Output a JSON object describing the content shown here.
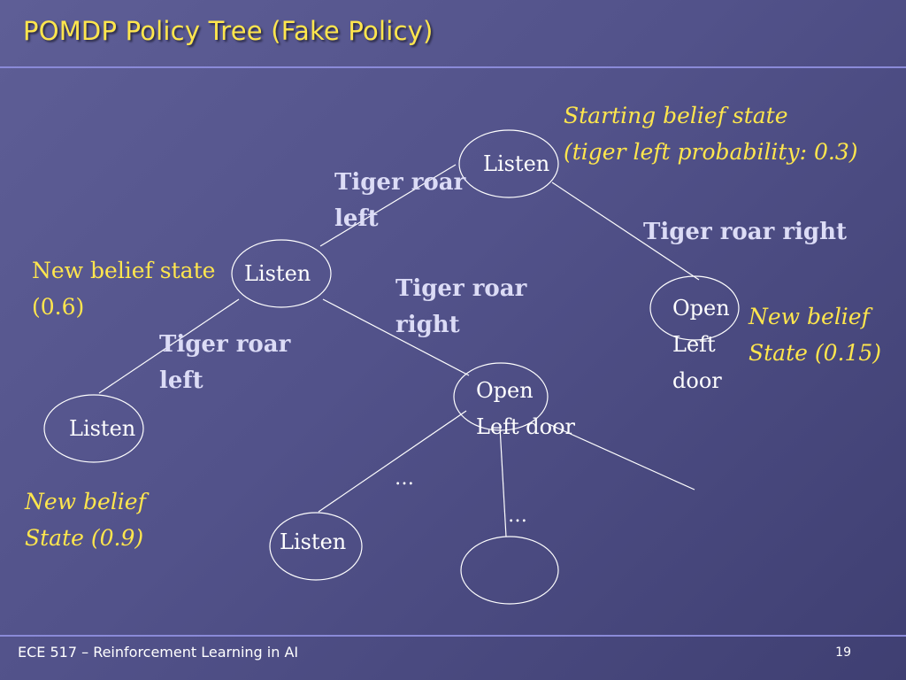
{
  "slide": {
    "title": "POMDP Policy Tree (Fake Policy)",
    "footer": "ECE 517 – Reinforcement Learning in AI",
    "page_number": "19"
  },
  "nodes": {
    "root": "Listen",
    "left": "Listen",
    "right": [
      "Open",
      "Left",
      "door"
    ],
    "left_left": "Listen",
    "left_right": [
      "Open",
      "Left door"
    ],
    "lr_left": "Listen",
    "lr_mid": ""
  },
  "edges": {
    "root_left": [
      "Tiger roar",
      "left"
    ],
    "root_right": "Tiger roar right",
    "left_right": [
      "Tiger roar",
      "right"
    ],
    "left_left": [
      "Tiger roar",
      "left"
    ],
    "ellipsis_1": "…",
    "ellipsis_2": "…"
  },
  "beliefs": {
    "start": [
      "Starting belief state",
      "(tiger left probability: 0.3)"
    ],
    "left": [
      "New belief state",
      "(0.6)"
    ],
    "right": [
      "New belief",
      "State (0.15)"
    ],
    "left_left": [
      "New belief",
      "State (0.9)"
    ]
  },
  "colors": {
    "title": "#ffe64d",
    "node_text": "#ffffff",
    "edge_label": "#dcdcf6",
    "belief_text": "#ffe64d",
    "rule": "#8a8ad8"
  }
}
